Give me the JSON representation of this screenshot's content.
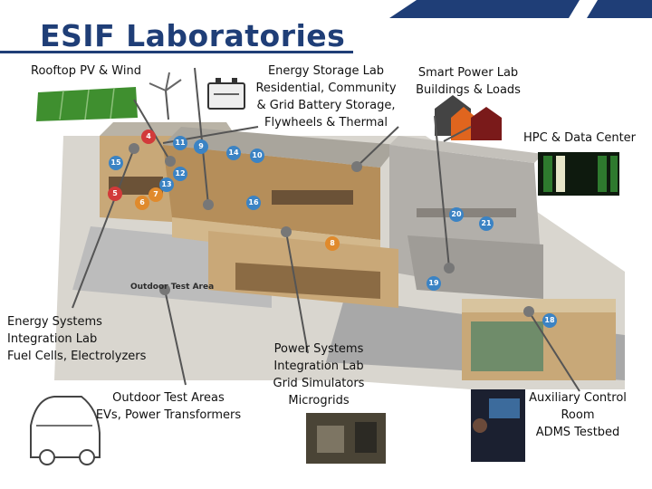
{
  "title": "ESIF Laboratories",
  "labels": {
    "rooftop": [
      "Rooftop PV & Wind"
    ],
    "energy_storage": [
      "Energy Storage Lab",
      "Residential, Community",
      "& Grid Battery Storage,",
      "Flywheels & Thermal"
    ],
    "smart_power": [
      "Smart Power Lab",
      "Buildings & Loads"
    ],
    "hpc": [
      "HPC & Data Center"
    ],
    "esil": [
      "Energy Systems",
      "Integration Lab",
      "Fuel Cells, Electrolyzers"
    ],
    "outdoor": [
      "Outdoor Test Areas",
      "EVs, Power Transformers"
    ],
    "psil": [
      "Power Systems",
      "Integration Lab",
      "Grid Simulators",
      "Microgrids"
    ],
    "aux": [
      "Auxiliary Control",
      "Room",
      "ADMS Testbed"
    ]
  },
  "outdoor_test_area_label": "Outdoor Test Area",
  "room_markers": [
    {
      "n": "4",
      "color": "red"
    },
    {
      "n": "11",
      "color": "blue"
    },
    {
      "n": "9",
      "color": "blue"
    },
    {
      "n": "14",
      "color": "blue"
    },
    {
      "n": "10",
      "color": "blue"
    },
    {
      "n": "15",
      "color": "blue"
    },
    {
      "n": "12",
      "color": "blue"
    },
    {
      "n": "13",
      "color": "blue"
    },
    {
      "n": "5",
      "color": "red"
    },
    {
      "n": "7",
      "color": "orange"
    },
    {
      "n": "6",
      "color": "orange"
    },
    {
      "n": "16",
      "color": "blue"
    },
    {
      "n": "8",
      "color": "orange"
    },
    {
      "n": "20",
      "color": "blue"
    },
    {
      "n": "21",
      "color": "blue"
    },
    {
      "n": "19",
      "color": "blue"
    },
    {
      "n": "18",
      "color": "blue"
    }
  ],
  "colors": {
    "title": "#1f3e77",
    "header_bar": "#1f3e77",
    "building_tan": "#c8a878",
    "roof_gray": "#9a9a9a",
    "pv_green": "#3f8f2f",
    "marker_blue": "#3b83c4",
    "marker_red": "#d23a3a",
    "marker_orange": "#e08a2c"
  }
}
